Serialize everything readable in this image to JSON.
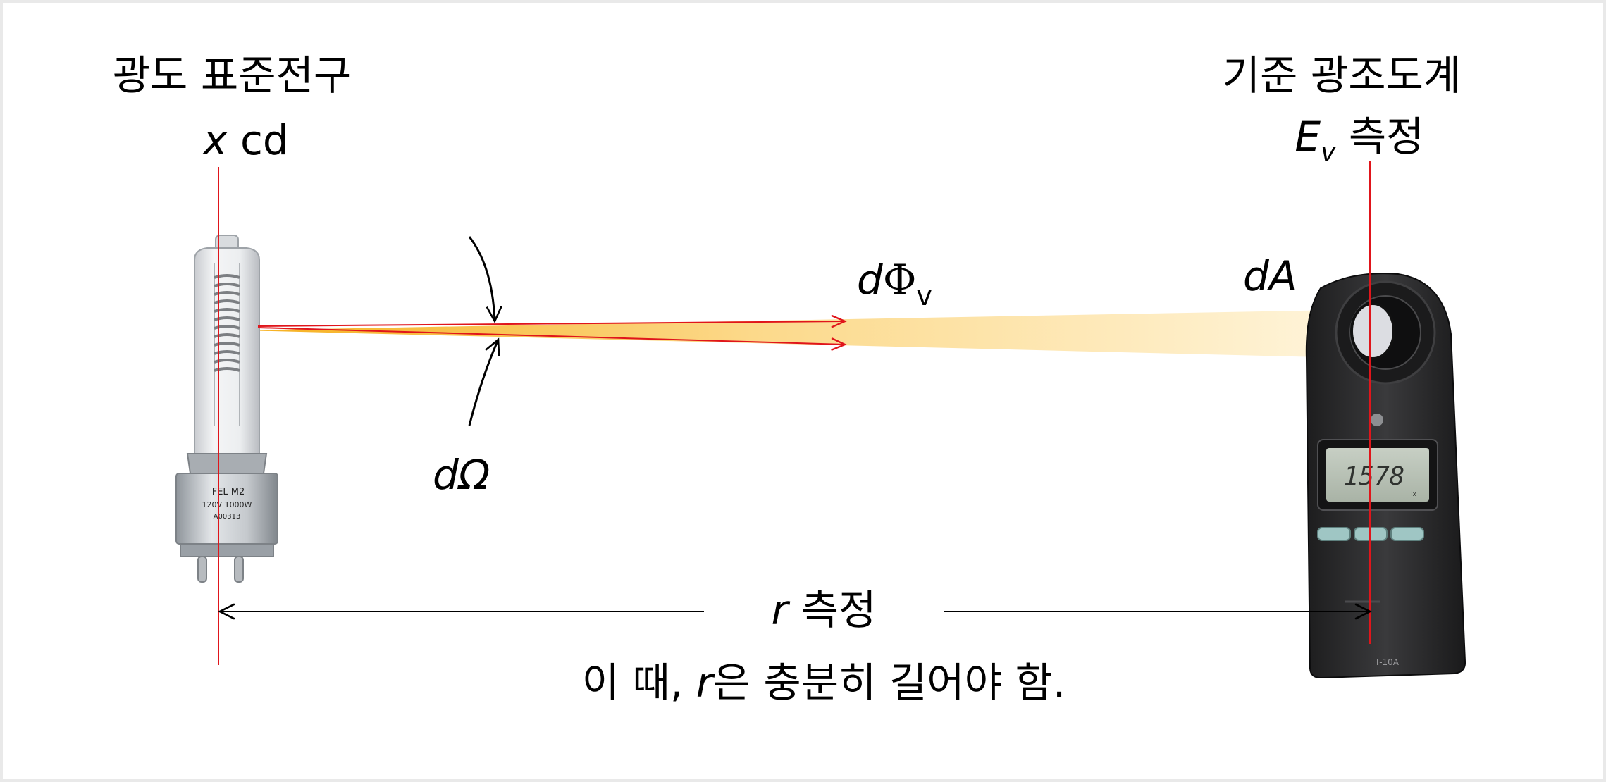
{
  "lamp": {
    "title": "광도 표준전구",
    "value_var": "x",
    "value_unit": " cd",
    "base_text": [
      "FEL M2",
      "120V 1000W",
      "A00313"
    ]
  },
  "meter": {
    "title": "기준 광조도계",
    "measure_var": "E",
    "measure_sub": "v",
    "measure_text": " 측정",
    "display_reading": "1578",
    "display_unit": "lx",
    "model_text": "T-10A"
  },
  "symbols": {
    "flux_d": "d",
    "flux_phi": "Φ",
    "flux_sub": "v",
    "area": "dA",
    "solid_angle": "dΩ"
  },
  "distance": {
    "var": "r",
    "label": " 측정",
    "note_pre": "이 때, ",
    "note_var": "r",
    "note_post": "은 충분히 길어야 함."
  },
  "colors": {
    "reference_line": "#e0151b",
    "beam_near": "#f6b01e",
    "beam_far": "#fff6df",
    "meter_body": "#2b2b2c"
  }
}
